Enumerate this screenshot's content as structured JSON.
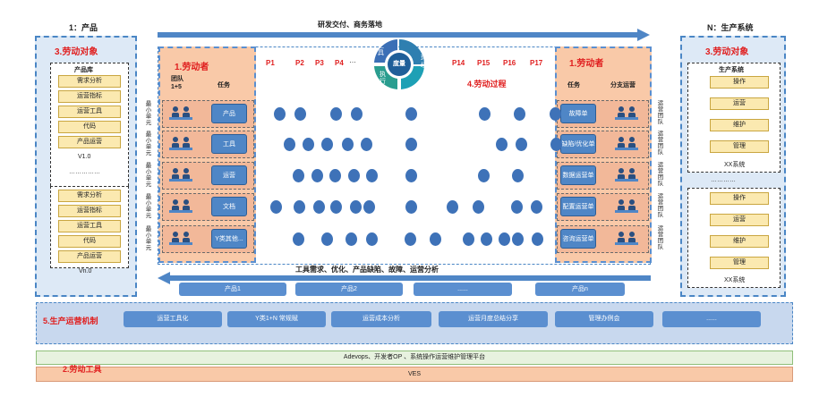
{
  "top": {
    "left_title": "1：产品",
    "right_title": "N：生产系统",
    "arrow_label": "研发交付、商务落地"
  },
  "left": {
    "title": "3.劳动对象",
    "lib_title": "产品库",
    "lib1_items": [
      "需求分析",
      "运营指标",
      "运营工具",
      "代码",
      "产品运营"
    ],
    "lib1_version": "V1.0",
    "dots": "……………",
    "lib2_items": [
      "需求分析",
      "运营指标",
      "运营工具",
      "代码",
      "产品运营"
    ],
    "lib2_version": "Vn.0"
  },
  "right": {
    "title": "3.劳动对象",
    "sys_title": "生产系统",
    "sys1_items": [
      "操作",
      "运营",
      "维护",
      "管理"
    ],
    "sys1_name": "XX系统",
    "dots": "…………",
    "sys2_items": [
      "操作",
      "运营",
      "维护",
      "管理"
    ],
    "sys2_name": "XX系统"
  },
  "workers_left": {
    "title": "1.劳动者",
    "col1": "团队1+5",
    "col2": "任务",
    "unit_label": "最小单元",
    "tasks": [
      "产品",
      "工具",
      "运营",
      "文档",
      "Y类其他..."
    ]
  },
  "workers_right": {
    "title": "1.劳动者",
    "col1": "任务",
    "col2": "分支运营",
    "team_label": "运营团队",
    "tasks": [
      "故障单",
      "缺陷/优化单",
      "数据运营单",
      "配置运营单",
      "咨询运营单"
    ]
  },
  "phases": [
    "P1",
    "P2",
    "P3",
    "P4",
    "…",
    "P14",
    "P15",
    "P16",
    "P17"
  ],
  "process_label": "4.劳动过程",
  "cycle": {
    "center": "度量",
    "labels": [
      "工具",
      "环境",
      "执行"
    ]
  },
  "return_arrow_label": "工具需求、优化、产品缺陷、故障、运营分析",
  "products": [
    "产品1",
    "产品2",
    "......",
    "产品n"
  ],
  "mechanism": {
    "title": "5.生产运营机制",
    "items": [
      "运营工具化",
      "Y类1+N 常规赋",
      "运营成本分析",
      "运营月度总结分享",
      "管理办例会",
      "......"
    ]
  },
  "tools": {
    "title": "2.劳动工具",
    "platform": "Adevops、开发者OP 、系统操作运营维护管理平台",
    "ves": "VES"
  },
  "colors": {
    "blue": "#4a86c5",
    "peach": "#f9c9a8",
    "red": "#e02020",
    "yellow": "#fbe9b0"
  }
}
